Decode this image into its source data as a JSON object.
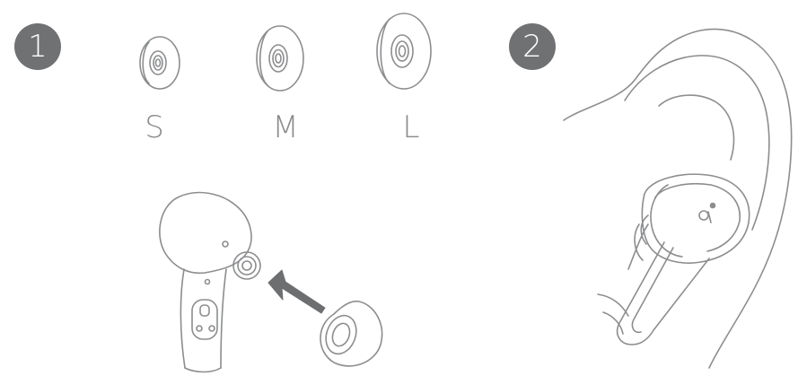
{
  "steps": [
    "1",
    "2"
  ],
  "sizes": [
    "S",
    "M",
    "L"
  ],
  "colors": {
    "line": "#8c8d8f",
    "badge": "#707173",
    "arrow": "#6d6e70"
  },
  "icons": [
    "ear-tip-small-icon",
    "ear-tip-medium-icon",
    "ear-tip-large-icon",
    "earbud-icon",
    "ear-tip-icon",
    "insert-arrow-icon",
    "ear-icon",
    "earbud-in-ear-icon"
  ]
}
